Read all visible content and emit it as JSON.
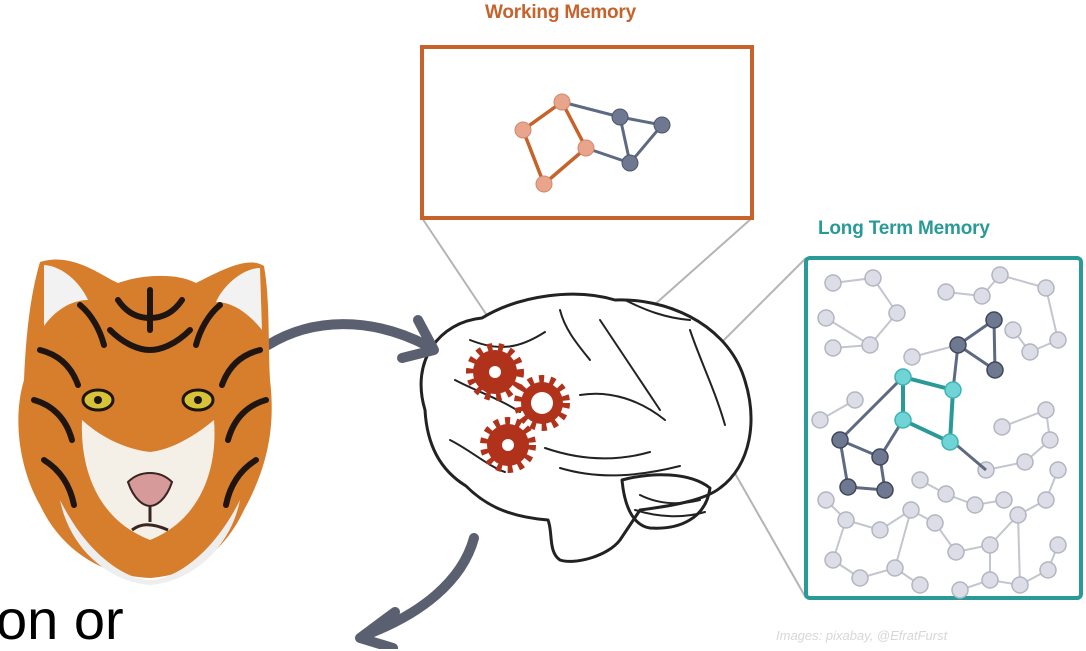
{
  "working_memory": {
    "title": "Working Memory",
    "color": "#c6622a",
    "accent": "#e9a58c",
    "network_color": "#5e6a82"
  },
  "long_term_memory": {
    "title": "Long Term Memory",
    "color": "#2a9a98",
    "accent": "#70d4d6",
    "network_color": "#5e6a82"
  },
  "credit": "Images: pixabay, @EfratFurst",
  "caption": "on or",
  "colors": {
    "gears": "#b0321b",
    "arrows": "#5a6070",
    "brain_outline": "#222222",
    "zoom_lines": "#b4b4b4"
  },
  "icons": [
    "tiger-image",
    "brain-image",
    "gear-icon",
    "arrow-icon"
  ]
}
